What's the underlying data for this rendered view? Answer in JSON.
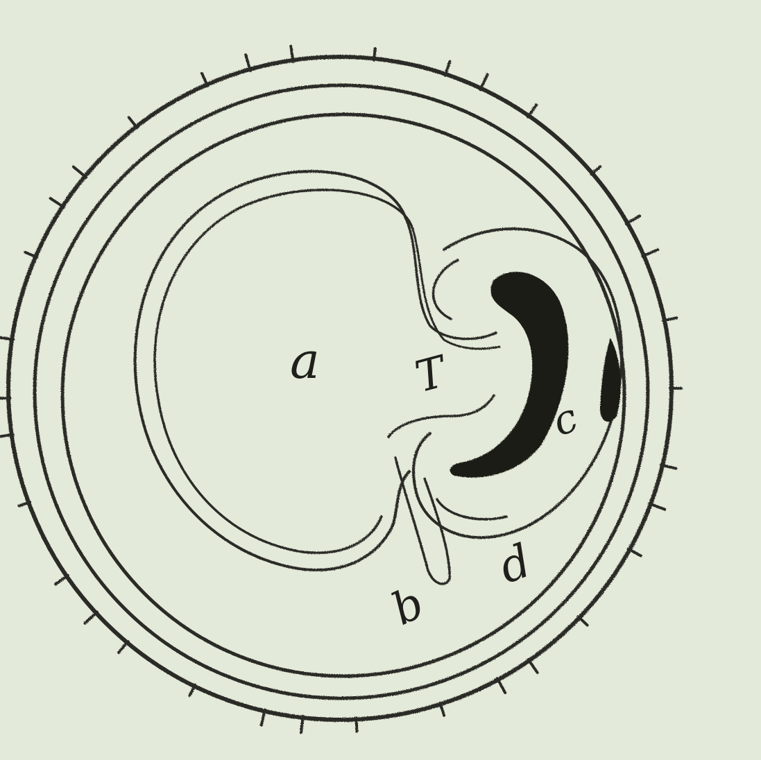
{
  "figure": {
    "background_color": "#e3ead9",
    "ink_color": "#2b2b27",
    "labels": {
      "a": "a",
      "b": "b",
      "c": "c",
      "d": "d",
      "t": "T"
    }
  }
}
